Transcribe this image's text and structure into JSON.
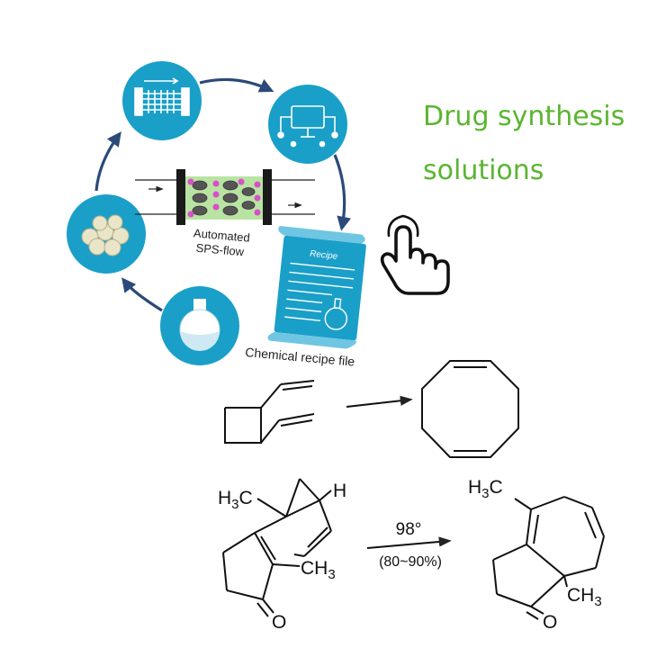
{
  "headline": {
    "line1": "Drug synthesis",
    "line2": "solutions"
  },
  "workflow": {
    "center_label_line1": "Automated",
    "center_label_line2": "SPS-flow",
    "recipe_card_title": "Recipe",
    "recipe_file_label": "Chemical recipe file",
    "steps": [
      {
        "icon": "flow-reactor-icon"
      },
      {
        "icon": "computer-control-icon"
      },
      {
        "icon": "recipe-file-icon"
      },
      {
        "icon": "round-bottom-flask-icon"
      },
      {
        "icon": "resin-beads-icon"
      }
    ]
  },
  "reaction2": {
    "left_h3c": [
      "H",
      "3",
      "C"
    ],
    "left_h": "H",
    "left_ch3": [
      "CH",
      "3"
    ],
    "left_o": "O",
    "condition_temp": "98°",
    "condition_yield": "(80~90%)",
    "right_h3c": [
      "H",
      "3",
      "C"
    ],
    "right_ch3": [
      "CH",
      "3"
    ],
    "right_o": "O"
  },
  "colors": {
    "headline_green": "#5cb531",
    "circle_blue": "#1aa0c8",
    "arrow_navy": "#2b4a7a",
    "cartridge_green": "#b9e3a2",
    "bead_magenta": "#d94fc8"
  }
}
